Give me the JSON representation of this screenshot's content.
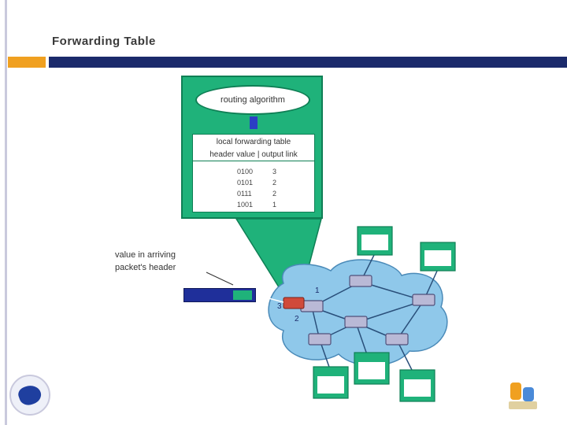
{
  "slide": {
    "title": "Forwarding Table"
  },
  "routing_box": {
    "algorithm_label": "routing algorithm",
    "table_title": "local forwarding table",
    "table_columns": "header value | output link",
    "rows": [
      {
        "header": "0100",
        "link": "3"
      },
      {
        "header": "0101",
        "link": "2"
      },
      {
        "header": "0111",
        "link": "2"
      },
      {
        "header": "1001",
        "link": "1"
      }
    ]
  },
  "annotation": {
    "line1": "value in arriving",
    "line2": "packet's header"
  },
  "router_links": [
    "1",
    "2",
    "3"
  ],
  "colors": {
    "title_bar": "#1b2a6b",
    "accent": "#f0a020",
    "zoom_green": "#1fb27a",
    "cloud_blue": "#8fc8ea",
    "packet_blue": "#1f2f9a"
  }
}
